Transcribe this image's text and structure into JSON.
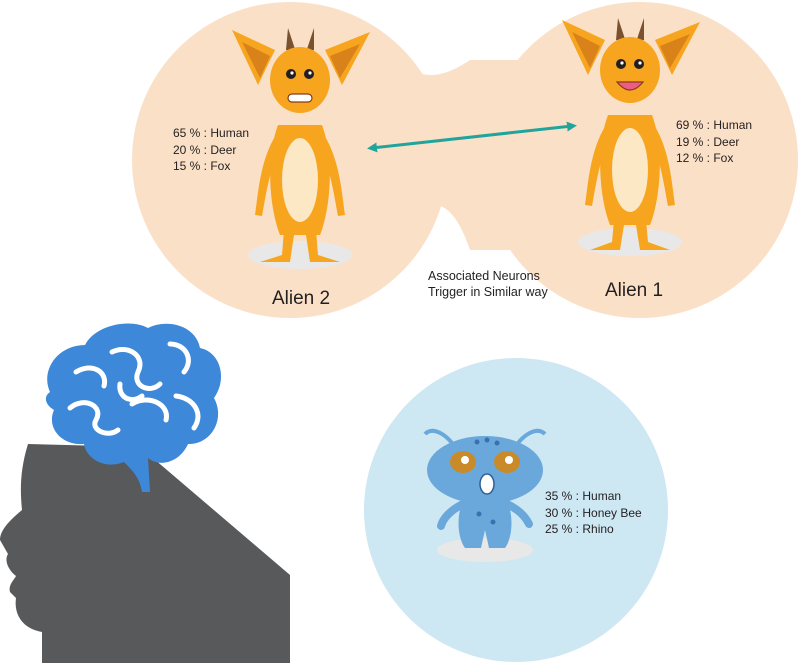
{
  "colors": {
    "peach_bubble": "#fbe0c8",
    "blue_bubble": "#cde7f3",
    "orange_alien": "#f7a51e",
    "orange_dark": "#d9821a",
    "belly": "#fce8c4",
    "arrow": "#1fa59c",
    "brain": "#3d88d9",
    "head": "#58595b",
    "blue_alien": "#6aa8dc",
    "shadow": "#e8e8e8"
  },
  "icons": {
    "head": "human-head-silhouette",
    "brain": "brain",
    "arrow": "double-headed-arrow"
  },
  "alien2": {
    "name": "Alien 2",
    "traits": [
      "65 % : Human",
      "20 % : Deer",
      "15 % : Fox"
    ]
  },
  "alien1": {
    "name": "Alien 1",
    "traits": [
      "69 % : Human",
      "19 % : Deer",
      "12 % : Fox"
    ]
  },
  "caption": {
    "line1": "Associated Neurons",
    "line2": "Trigger  in Similar way"
  },
  "blue_alien": {
    "traits": [
      "35 % : Human",
      "30 % : Honey Bee",
      "25 % :  Rhino"
    ]
  }
}
